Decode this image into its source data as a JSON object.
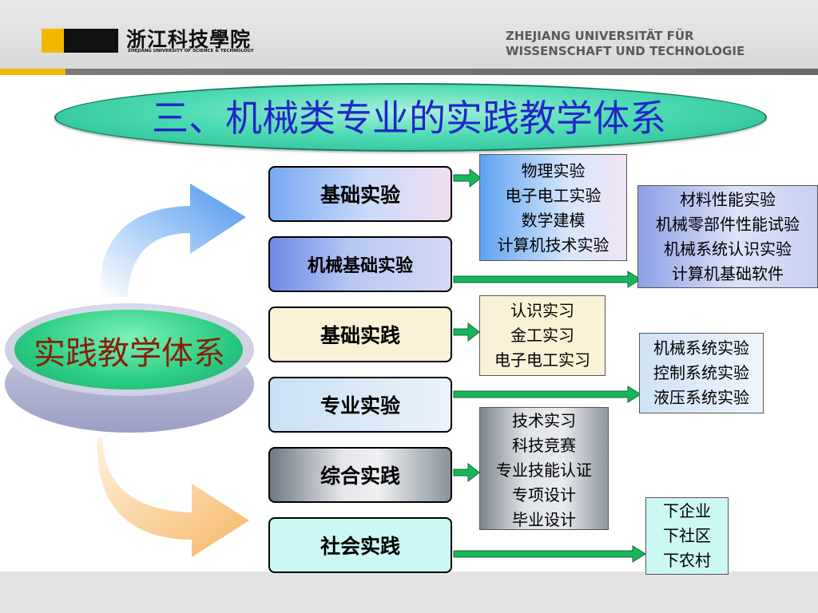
{
  "header": {
    "school_cn": "浙江科技學院",
    "school_en": "ZHEJIANG UNIVERSITY OF SCIENCE & TECHNOLOGY",
    "header_en_line1": "ZHEJIANG UNIVERSITÄT FÜR",
    "header_en_line2": "WISSENSCHAFT UND TECHNOLOGIE",
    "colors": {
      "logo_yellow": "#f2b800",
      "logo_black": "#111111"
    }
  },
  "title": "三、机械类专业的实践教学体系",
  "center_label": "实践教学体系",
  "categories": [
    {
      "label": "基础实验"
    },
    {
      "label": "机械基础实验"
    },
    {
      "label": "基础实践"
    },
    {
      "label": "专业实验"
    },
    {
      "label": "综合实践"
    },
    {
      "label": "社会实践"
    }
  ],
  "details": [
    {
      "lines": [
        "物理实验",
        "电子电工实验",
        "数学建模",
        "计算机技术实验"
      ]
    },
    {
      "lines": [
        "材料性能实验",
        "机械零部件性能试验",
        "机械系统认识实验",
        "计算机基础软件"
      ]
    },
    {
      "lines": [
        "认识实习",
        "金工实习",
        "电子电工实习"
      ]
    },
    {
      "lines": [
        "机械系统实验",
        "控制系统实验",
        "液压系统实验"
      ]
    },
    {
      "lines": [
        "技术实习",
        "科技竞赛",
        "专业技能认证",
        "专项设计",
        "毕业设计"
      ]
    },
    {
      "lines": [
        "下企业",
        "下社区",
        "下农村"
      ]
    }
  ],
  "colors": {
    "title_text": "#2226c8",
    "title_oval": "#4fdcb4",
    "center_text": "#8a1e0e",
    "arrow_green": "#18b65a",
    "arrow_upper": "#5aa0f0",
    "arrow_lower": "#f8c070"
  },
  "icons": [
    "connector-arrow"
  ]
}
